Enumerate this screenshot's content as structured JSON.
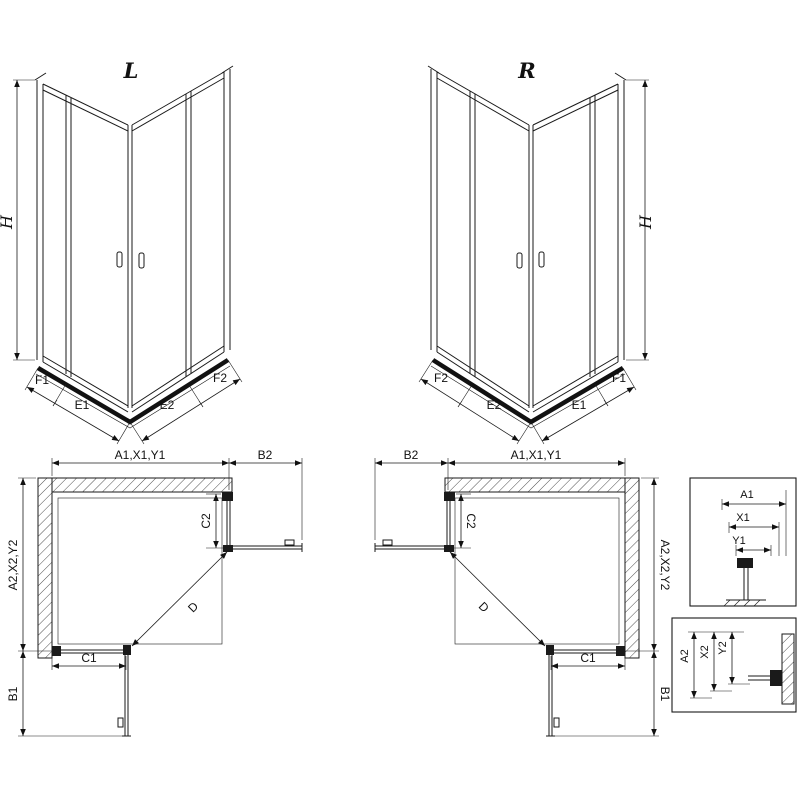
{
  "colors": {
    "ink": "#1a1a1a",
    "background": "#ffffff"
  },
  "views": {
    "perspective_L": {
      "label": "L",
      "height_dim": "H",
      "bottom_dims": [
        "F1",
        "E1",
        "E2",
        "F2"
      ]
    },
    "perspective_R": {
      "label": "R",
      "height_dim": "H",
      "bottom_dims": [
        "F2",
        "E2",
        "E1",
        "F1"
      ]
    },
    "plan_L": {
      "top": "A1,X1,Y1",
      "top_right": "B2",
      "right_upper": "C2",
      "left": "A2,X2,Y2",
      "left_lower": "B1",
      "bottom": "C1",
      "diagonal": "D"
    },
    "plan_R": {
      "top_left": "B2",
      "top": "A1,X1,Y1",
      "left_upper": "C2",
      "right": "A2,X2,Y2",
      "right_lower": "B1",
      "bottom": "C1",
      "diagonal": "D"
    },
    "detail_upper": {
      "dims": [
        "A1",
        "X1",
        "Y1"
      ]
    },
    "detail_lower": {
      "dims": [
        "A2",
        "X2",
        "Y2"
      ]
    }
  }
}
